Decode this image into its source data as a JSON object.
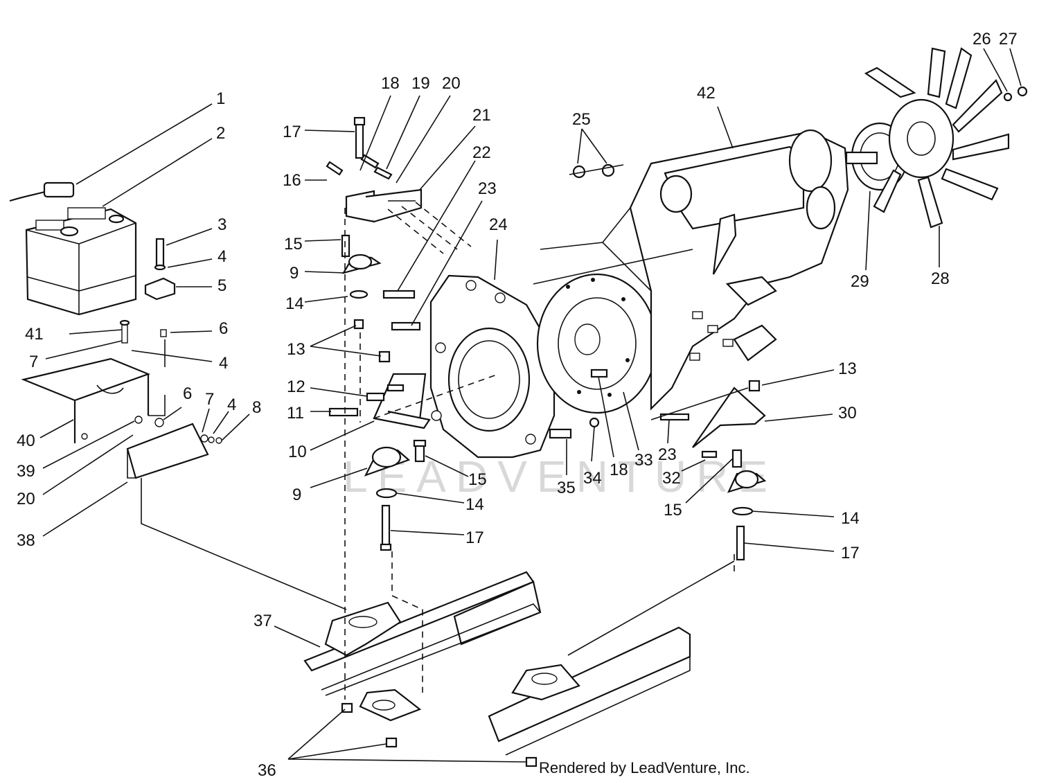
{
  "diagram": {
    "credit": "Rendered by LeadVenture, Inc.",
    "watermark": "LEADVENTURE",
    "callouts": [
      {
        "id": "c1",
        "text": "1"
      },
      {
        "id": "c2",
        "text": "2"
      },
      {
        "id": "c3",
        "text": "3"
      },
      {
        "id": "c4a",
        "text": "4"
      },
      {
        "id": "c5",
        "text": "5"
      },
      {
        "id": "c41",
        "text": "41"
      },
      {
        "id": "c6a",
        "text": "6"
      },
      {
        "id": "c7a",
        "text": "7"
      },
      {
        "id": "c4b",
        "text": "4"
      },
      {
        "id": "c40",
        "text": "40"
      },
      {
        "id": "c6b",
        "text": "6"
      },
      {
        "id": "c7b",
        "text": "7"
      },
      {
        "id": "c4c",
        "text": "4"
      },
      {
        "id": "c8",
        "text": "8"
      },
      {
        "id": "c39",
        "text": "39"
      },
      {
        "id": "c20a",
        "text": "20"
      },
      {
        "id": "c38",
        "text": "38"
      },
      {
        "id": "c18a",
        "text": "18"
      },
      {
        "id": "c19",
        "text": "19"
      },
      {
        "id": "c20b",
        "text": "20"
      },
      {
        "id": "c17a",
        "text": "17"
      },
      {
        "id": "c21",
        "text": "21"
      },
      {
        "id": "c22",
        "text": "22"
      },
      {
        "id": "c16",
        "text": "16"
      },
      {
        "id": "c23a",
        "text": "23"
      },
      {
        "id": "c24",
        "text": "24"
      },
      {
        "id": "c15a",
        "text": "15"
      },
      {
        "id": "c9a",
        "text": "9"
      },
      {
        "id": "c14a",
        "text": "14"
      },
      {
        "id": "c13a",
        "text": "13"
      },
      {
        "id": "c12",
        "text": "12"
      },
      {
        "id": "c11",
        "text": "11"
      },
      {
        "id": "c10",
        "text": "10"
      },
      {
        "id": "c15b",
        "text": "15"
      },
      {
        "id": "c9b",
        "text": "9"
      },
      {
        "id": "c14b",
        "text": "14"
      },
      {
        "id": "c17b",
        "text": "17"
      },
      {
        "id": "c25",
        "text": "25"
      },
      {
        "id": "c42",
        "text": "42"
      },
      {
        "id": "c26",
        "text": "26"
      },
      {
        "id": "c27",
        "text": "27"
      },
      {
        "id": "c29",
        "text": "29"
      },
      {
        "id": "c28",
        "text": "28"
      },
      {
        "id": "c13b",
        "text": "13"
      },
      {
        "id": "c30",
        "text": "30"
      },
      {
        "id": "c23b",
        "text": "23"
      },
      {
        "id": "c33",
        "text": "33"
      },
      {
        "id": "c18b",
        "text": "18"
      },
      {
        "id": "c34",
        "text": "34"
      },
      {
        "id": "c35",
        "text": "35"
      },
      {
        "id": "c32",
        "text": "32"
      },
      {
        "id": "c15c",
        "text": "15"
      },
      {
        "id": "c14c",
        "text": "14"
      },
      {
        "id": "c17c",
        "text": "17"
      },
      {
        "id": "c37",
        "text": "37"
      },
      {
        "id": "c36",
        "text": "36"
      }
    ]
  }
}
